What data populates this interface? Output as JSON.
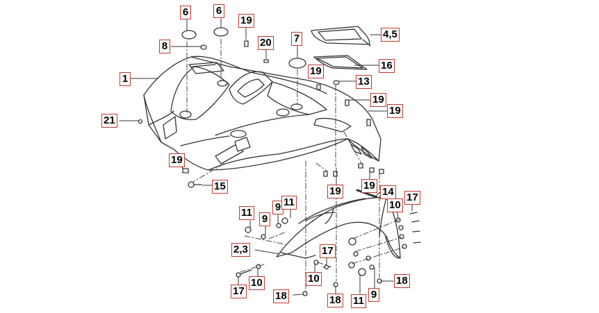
{
  "diagram": {
    "style": {
      "line_color": "#333333",
      "callout_border_color": "#c0392b",
      "background": "#ffffff"
    },
    "callouts": [
      "1",
      "2,3",
      "4,5",
      "6",
      "6",
      "7",
      "8",
      "9",
      "9",
      "9",
      "10",
      "10",
      "10",
      "11",
      "11",
      "11",
      "13",
      "14",
      "15",
      "16",
      "17",
      "17",
      "17",
      "18",
      "18",
      "18",
      "19",
      "19",
      "19",
      "19",
      "19",
      "19",
      "19",
      "20",
      "21"
    ]
  }
}
